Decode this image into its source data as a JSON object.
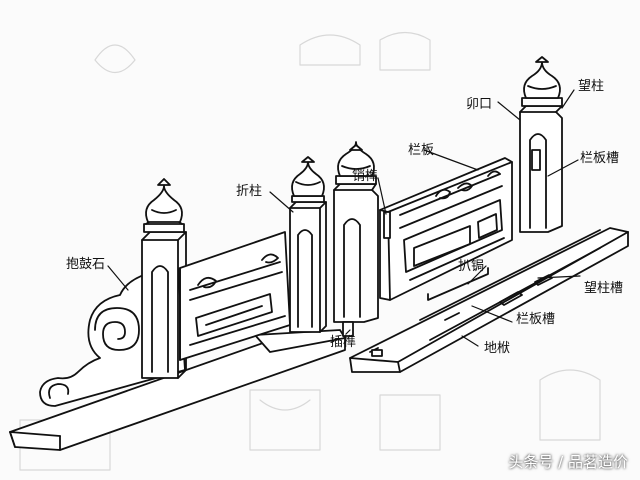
{
  "labels": {
    "wangzhu": "望柱",
    "maokou": "卯口",
    "lanban": "栏板",
    "lanbancao": "栏板槽",
    "zhezhu": "折柱",
    "xiaosun": "销榫",
    "baogushi": "抱鼓石",
    "bajuan": "扒锔",
    "wangzhucao": "望柱槽",
    "lanbancao2": "栏板槽",
    "chasun": "插榫",
    "difu": "地栿"
  },
  "watermark": "头条号 / 品茗造价",
  "colors": {
    "ink": "#111111",
    "faint": "#d8d8d8",
    "paper": "#fbfbfb"
  }
}
